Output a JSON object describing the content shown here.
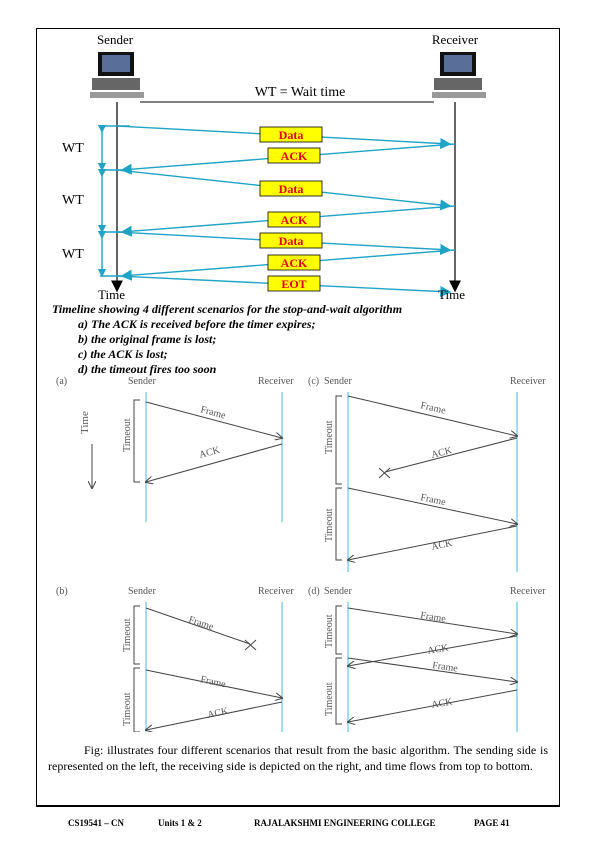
{
  "top_diagram": {
    "sender_label": "Sender",
    "receiver_label": "Receiver",
    "wait_time_label": "WT = Wait time",
    "wt_label": "WT",
    "time_left": "Time",
    "time_right": "Time",
    "frames": [
      "Data",
      "ACK",
      "Data",
      "ACK",
      "Data",
      "ACK",
      "EOT"
    ],
    "box_fill": "#ffff00",
    "box_text_color": "#e0001a",
    "arrow_color": "#1fa3c6"
  },
  "caption": {
    "title": "Timeline showing  4 different scenarios for the stop-and-wait algorithm",
    "items": [
      "a)  The ACK is received before the timer expires;",
      "b)  the original frame is lost;",
      "c)  the  ACK is lost;",
      "d)  the timeout fires too soon"
    ]
  },
  "scenarios": {
    "a": {
      "tag": "(a)",
      "sender": "Sender",
      "receiver": "Receiver",
      "time": "Time",
      "timeout": "Timeout",
      "frame": "Frame",
      "ack": "ACK"
    },
    "b": {
      "tag": "(b)",
      "sender": "Sender",
      "receiver": "Receiver",
      "timeout": "Timeout",
      "frame": "Frame",
      "ack": "ACK"
    },
    "c": {
      "tag": "(c)",
      "sender": "Sender",
      "receiver": "Receiver",
      "timeout": "Timeout",
      "frame": "Frame",
      "ack": "ACK"
    },
    "d": {
      "tag": "(d)",
      "sender": "Sender",
      "receiver": "Receiver",
      "timeout": "Timeout",
      "frame": "Frame",
      "ack": "ACK"
    },
    "timeline_color": "#7fd3e8"
  },
  "paragraph": "Fig: illustrates four different scenarios that result from the basic algorithm. The sending side is represented on the left, the receiving side is depicted on the right, and time flows from top to bottom.",
  "footer": {
    "course": "CS19541  – CN",
    "units": "Units 1 & 2",
    "college": "RAJALAKSHMI ENGINEERING COLLEGE",
    "page": "PAGE 41"
  }
}
